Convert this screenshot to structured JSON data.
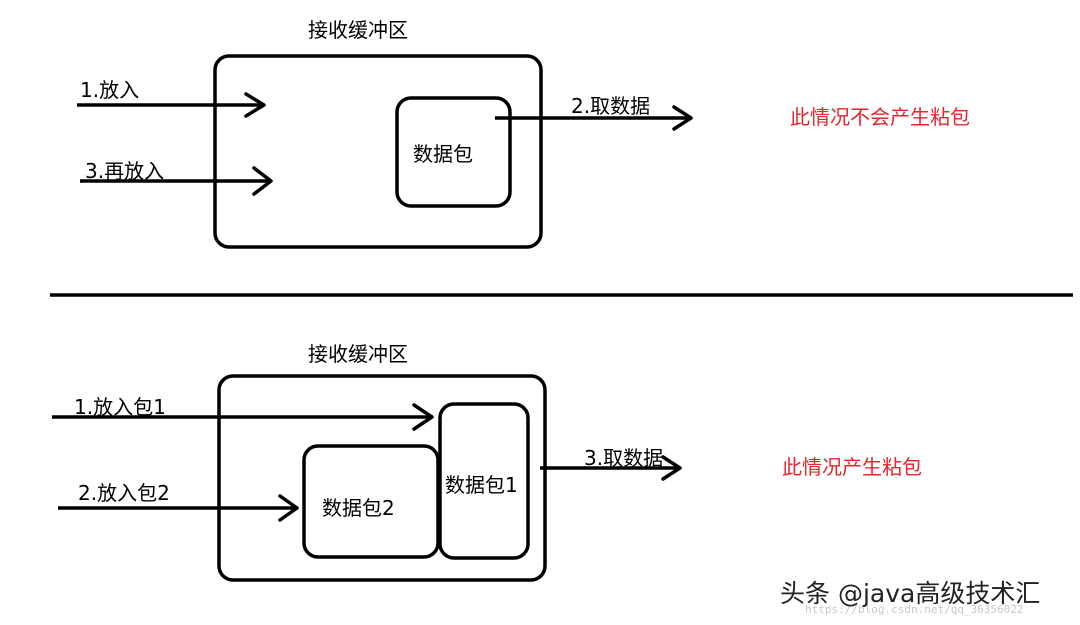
{
  "top": {
    "buffer_title": "接收缓冲区",
    "in1": "1.放入",
    "in2": "3.再放入",
    "packet": "数据包",
    "out": "2.取数据",
    "note": "此情况不会产生粘包"
  },
  "bottom": {
    "buffer_title": "接收缓冲区",
    "in1": "1.放入包1",
    "in2": "2.放入包2",
    "packet1": "数据包1",
    "packet2": "数据包2",
    "out": "3.取数据",
    "note": "此情况产生粘包"
  },
  "watermark": "头条 @java高级技术汇",
  "url_watermark": "https://blog.csdn.net/qq_36356022",
  "colors": {
    "note": "#e8242e",
    "stroke": "#000000"
  }
}
